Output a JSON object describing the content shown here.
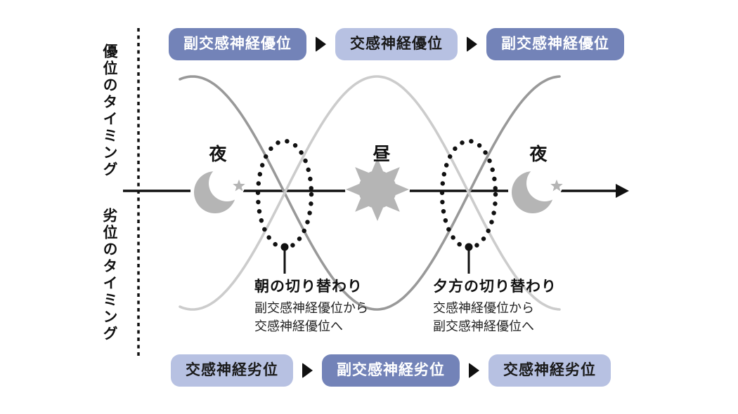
{
  "colors": {
    "box_dark": "#7383b8",
    "box_light": "#b7c1e2",
    "text_on_dark": "#ffffff",
    "text_on_light": "#1a1a1a",
    "curve_dark": "#999999",
    "curve_light": "#cccccc",
    "icon_gray": "#b5b5b5",
    "line_black": "#111111"
  },
  "left_axis": {
    "top_label": "優位のタイミング",
    "bottom_label": "劣位のタイミング"
  },
  "top_flow": {
    "items": [
      {
        "label": "副交感神経優位",
        "variant": "dark"
      },
      {
        "label": "交感神経優位",
        "variant": "light"
      },
      {
        "label": "副交感神経優位",
        "variant": "dark"
      }
    ]
  },
  "bottom_flow": {
    "items": [
      {
        "label": "交感神経劣位",
        "variant": "light"
      },
      {
        "label": "副交感神経劣位",
        "variant": "dark"
      },
      {
        "label": "交感神経劣位",
        "variant": "light"
      }
    ]
  },
  "time_labels": {
    "night_left": "夜",
    "day": "昼",
    "night_right": "夜"
  },
  "annotations": {
    "morning": {
      "title": "朝の切り替わり",
      "line1": "副交感神経優位から",
      "line2": "交感神経優位へ"
    },
    "evening": {
      "title": "夕方の切り替わり",
      "line1": "交感神経優位から",
      "line2": "副交感神経優位へ"
    }
  },
  "icons": {
    "left": "moon-icon",
    "center": "sun-icon",
    "right": "moon-icon"
  }
}
